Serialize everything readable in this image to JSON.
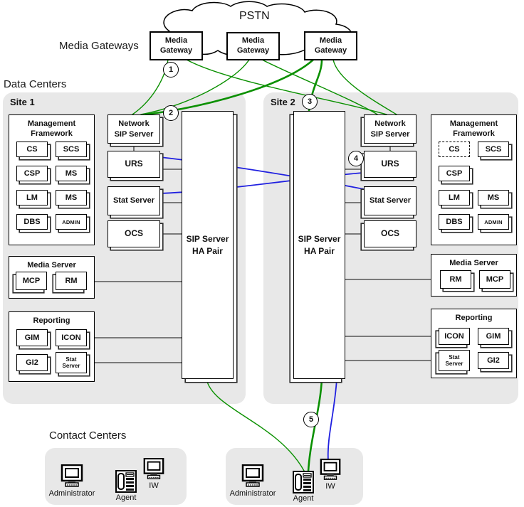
{
  "labels": {
    "pstn": "PSTN",
    "media_gateways": "Media Gateways",
    "data_centers": "Data Centers",
    "contact_centers": "Contact Centers"
  },
  "media_gateways": [
    {
      "label": "Media\nGateway"
    },
    {
      "label": "Media\nGateway"
    },
    {
      "label": "Media\nGateway"
    }
  ],
  "step_badges": [
    "1",
    "2",
    "3",
    "4",
    "5"
  ],
  "sites": [
    {
      "name": "Site 1",
      "management_framework": {
        "title": "Management\nFramework",
        "components": [
          {
            "label": "CS"
          },
          {
            "label": "SCS"
          },
          {
            "label": "CSP"
          },
          {
            "label": "MS"
          },
          {
            "label": "LM"
          },
          {
            "label": "MS"
          },
          {
            "label": "DBS"
          },
          {
            "label": "ADMIN"
          }
        ]
      },
      "network_sip_server": "Network\nSIP Server",
      "urs": "URS",
      "stat_server": "Stat Server",
      "ocs": "OCS",
      "sip_server_ha_pair": "SIP Server\nHA Pair",
      "media_server": {
        "title": "Media Server",
        "components": [
          {
            "label": "MCP"
          },
          {
            "label": "RM"
          }
        ]
      },
      "reporting": {
        "title": "Reporting",
        "components": [
          {
            "label": "GIM"
          },
          {
            "label": "ICON"
          },
          {
            "label": "GI2"
          },
          {
            "label": "Stat\nServer"
          }
        ]
      }
    },
    {
      "name": "Site 2",
      "management_framework": {
        "title": "Management\nFramework",
        "components": [
          {
            "label": "CS",
            "dashed": true
          },
          {
            "label": "SCS"
          },
          {
            "label": "CSP"
          },
          {
            "label": "LM"
          },
          {
            "label": "MS"
          },
          {
            "label": "DBS"
          },
          {
            "label": "ADMIN"
          }
        ]
      },
      "network_sip_server": "Network\nSIP Server",
      "urs": "URS",
      "stat_server": "Stat Server",
      "ocs": "OCS",
      "sip_server_ha_pair": "SIP Server\nHA Pair",
      "media_server": {
        "title": "Media Server",
        "components": [
          {
            "label": "RM"
          },
          {
            "label": "MCP"
          }
        ]
      },
      "reporting": {
        "title": "Reporting",
        "components": [
          {
            "label": "ICON"
          },
          {
            "label": "GIM"
          },
          {
            "label": "Stat\nServer"
          },
          {
            "label": "GI2"
          }
        ]
      }
    }
  ],
  "contact_centers": [
    {
      "workstations": [
        {
          "type": "administrator",
          "label": "Administrator"
        },
        {
          "type": "agent",
          "label": "Agent"
        },
        {
          "type": "iw",
          "label": "IW"
        }
      ]
    },
    {
      "workstations": [
        {
          "type": "administrator",
          "label": "Administrator"
        },
        {
          "type": "agent",
          "label": "Agent"
        },
        {
          "type": "iw",
          "label": "IW"
        }
      ]
    }
  ],
  "colors": {
    "panel": "#e8e8e8",
    "green": "#0a9000",
    "blue": "#2020e0",
    "connector": "#555555"
  }
}
